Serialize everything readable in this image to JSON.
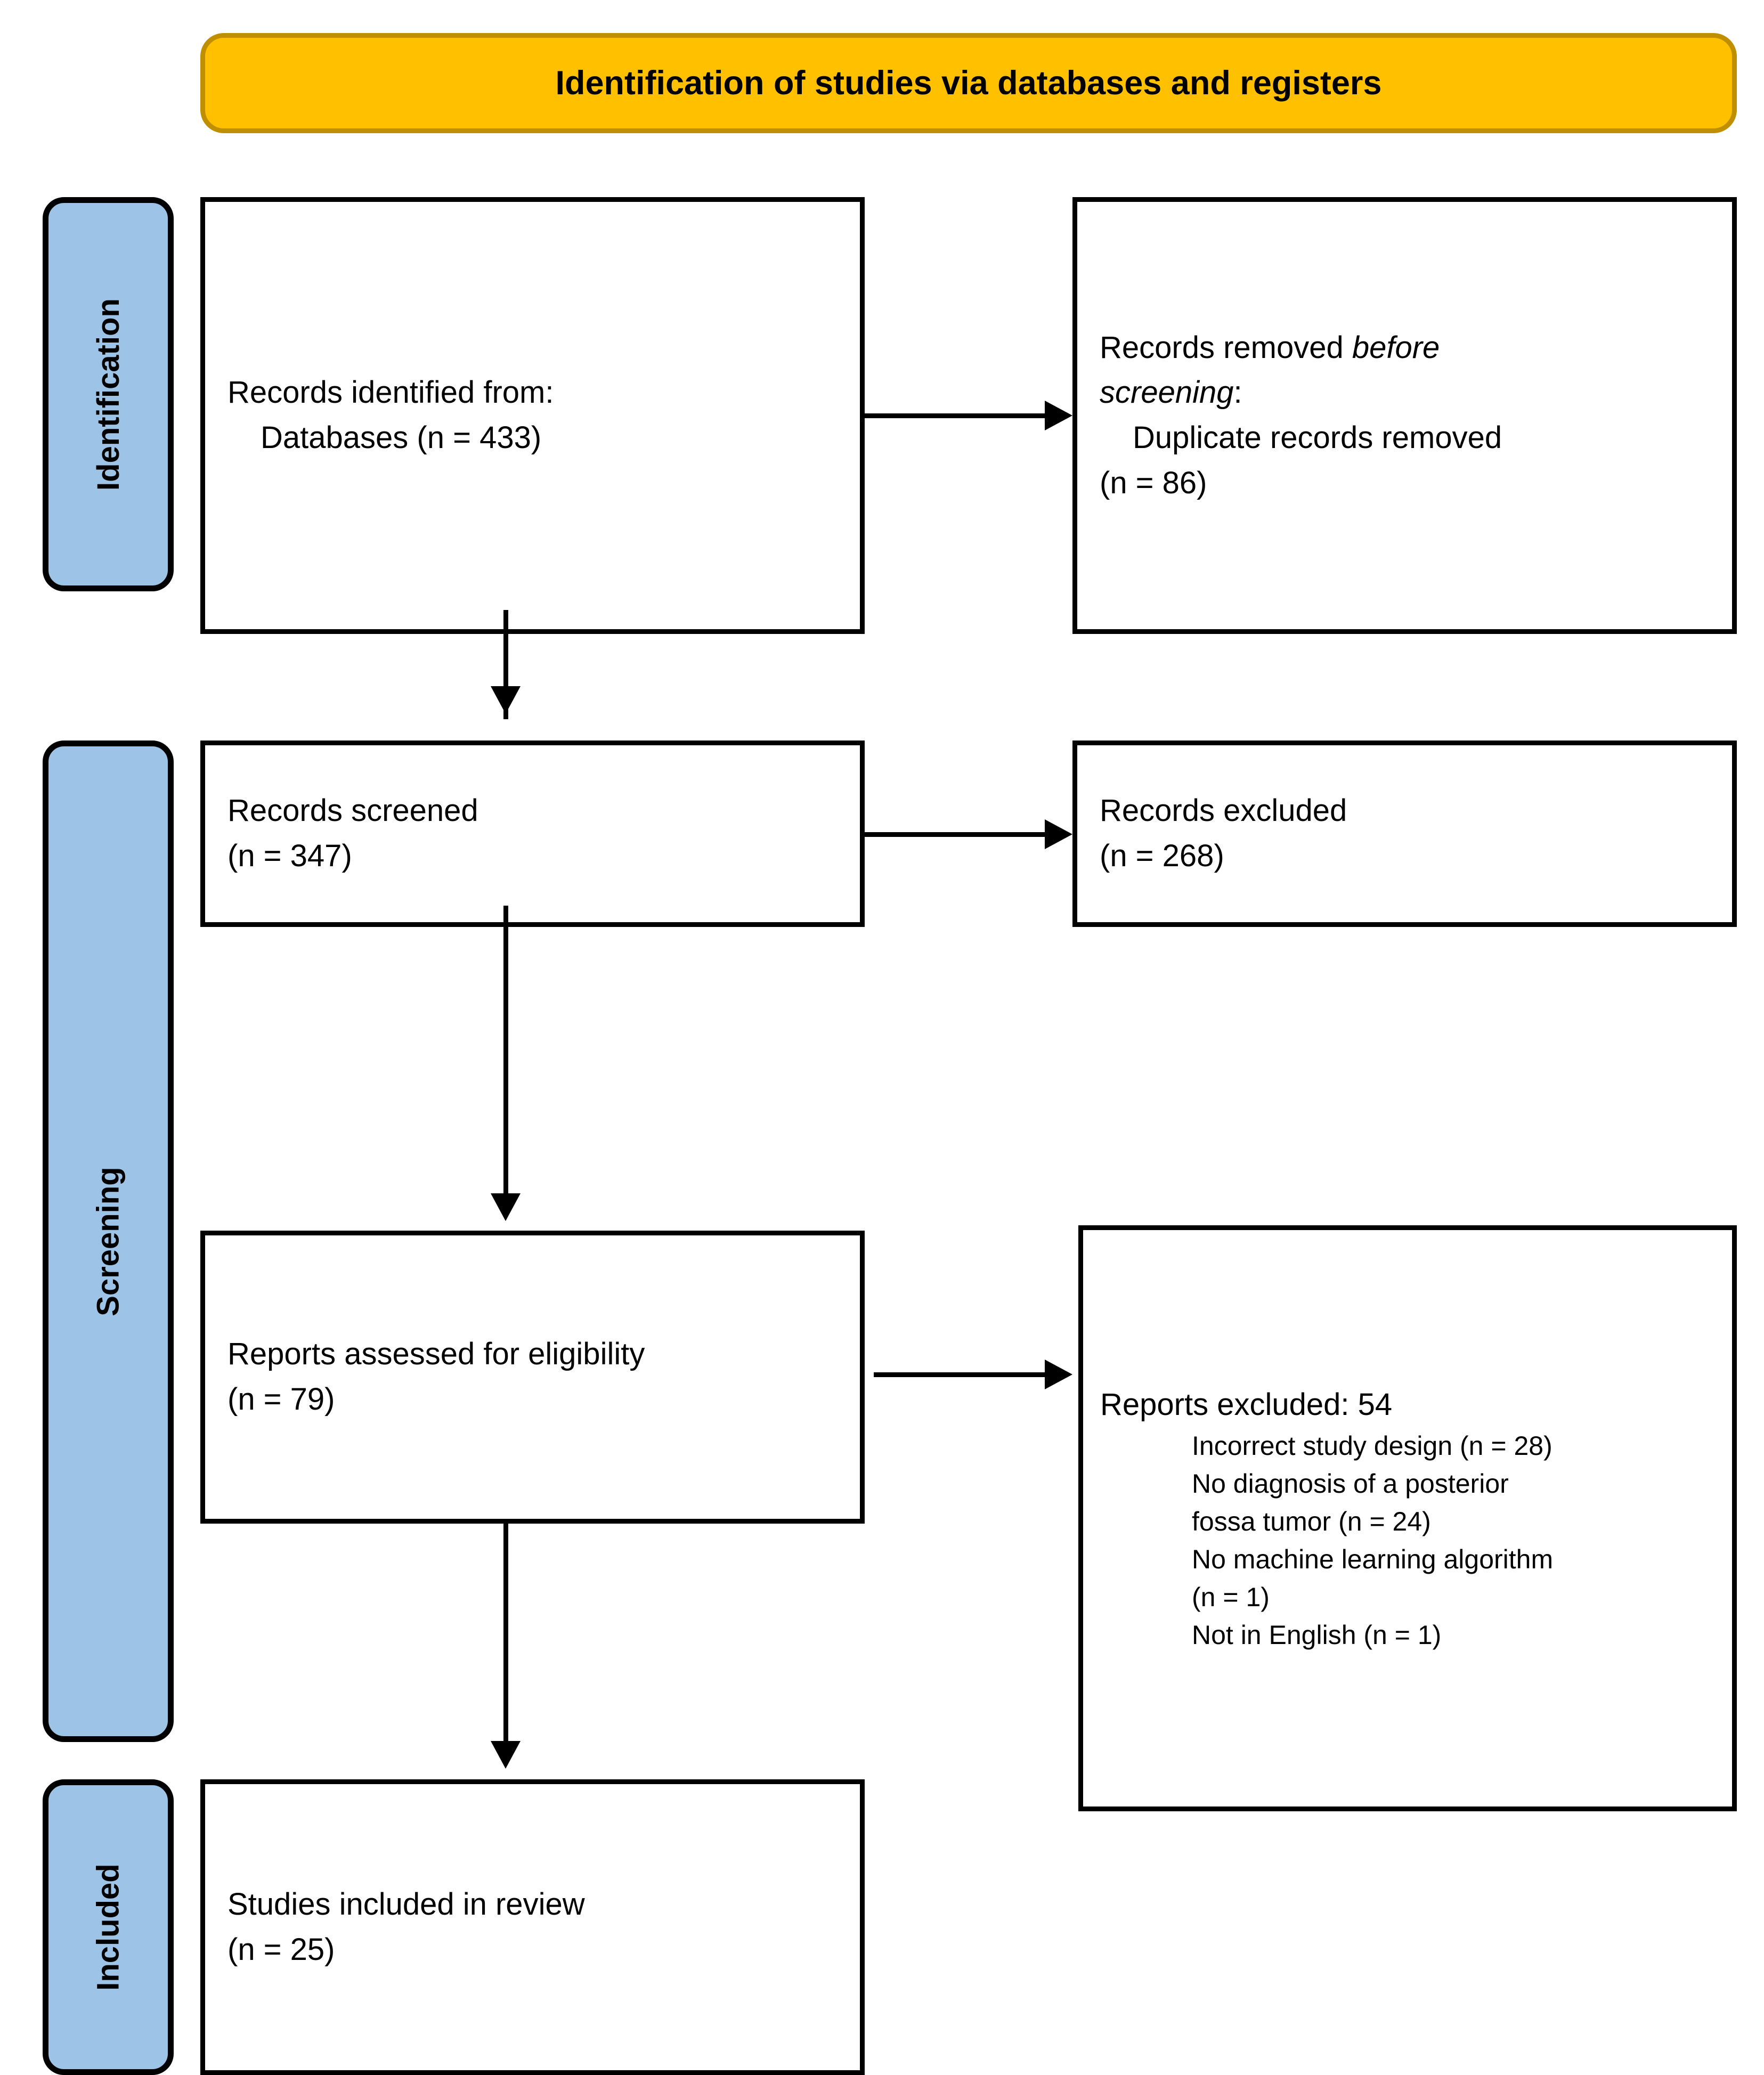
{
  "banner": {
    "title": "Identification of studies via databases and registers",
    "bg_color": "#FFC000",
    "border_color": "#BF8F00"
  },
  "phases": [
    {
      "label": "Identification"
    },
    {
      "label": "Screening"
    },
    {
      "label": "Included"
    }
  ],
  "phase_color": "#9DC3E6",
  "boxes": {
    "identified": {
      "line1": "Records identified from:",
      "line2": "Databases (n = 433)"
    },
    "removed_before_screening": {
      "line1_plain": "Records removed ",
      "line1_italic": "before",
      "line2_italic": "screening",
      "line2_plain": ":",
      "line3": "Duplicate records removed",
      "line4": "(n = 86)"
    },
    "records_screened": {
      "line1": "Records screened",
      "line2": "(n = 347)"
    },
    "records_excluded": {
      "line1": "Records excluded",
      "line2": "(n = 268)"
    },
    "reports_assessed": {
      "line1": "Reports assessed for eligibility",
      "line2": "(n = 79)"
    },
    "reports_excluded": {
      "heading": "Reports excluded: 54",
      "reasons": [
        "Incorrect study design (n = 28)",
        "No diagnosis of a posterior",
        "fossa tumor (n = 24)",
        "No machine learning algorithm",
        "(n = 1)",
        "Not in English (n = 1)"
      ]
    },
    "studies_included": {
      "line1": "Studies included in review",
      "line2": "(n = 25)"
    }
  },
  "chart_data": {
    "type": "diagram",
    "title": "Identification of studies via databases and registers",
    "nodes": [
      {
        "id": "identified",
        "phase": "Identification",
        "label": "Records identified from: Databases",
        "n": 433
      },
      {
        "id": "removed_before_screening",
        "phase": "Identification",
        "label": "Records removed before screening: Duplicate records removed",
        "n": 86
      },
      {
        "id": "records_screened",
        "phase": "Screening",
        "label": "Records screened",
        "n": 347
      },
      {
        "id": "records_excluded",
        "phase": "Screening",
        "label": "Records excluded",
        "n": 268
      },
      {
        "id": "reports_assessed",
        "phase": "Screening",
        "label": "Reports assessed for eligibility",
        "n": 79
      },
      {
        "id": "reports_excluded",
        "phase": "Screening",
        "label": "Reports excluded",
        "n": 54
      },
      {
        "id": "studies_included",
        "phase": "Included",
        "label": "Studies included in review",
        "n": 25
      }
    ],
    "exclusion_reasons": [
      {
        "reason": "Incorrect study design",
        "n": 28
      },
      {
        "reason": "No diagnosis of a posterior fossa tumor",
        "n": 24
      },
      {
        "reason": "No machine learning algorithm",
        "n": 1
      },
      {
        "reason": "Not in English",
        "n": 1
      }
    ],
    "edges": [
      {
        "from": "identified",
        "to": "removed_before_screening",
        "direction": "right"
      },
      {
        "from": "identified",
        "to": "records_screened",
        "direction": "down"
      },
      {
        "from": "records_screened",
        "to": "records_excluded",
        "direction": "right"
      },
      {
        "from": "records_screened",
        "to": "reports_assessed",
        "direction": "down"
      },
      {
        "from": "reports_assessed",
        "to": "reports_excluded",
        "direction": "right"
      },
      {
        "from": "reports_assessed",
        "to": "studies_included",
        "direction": "down"
      }
    ]
  }
}
